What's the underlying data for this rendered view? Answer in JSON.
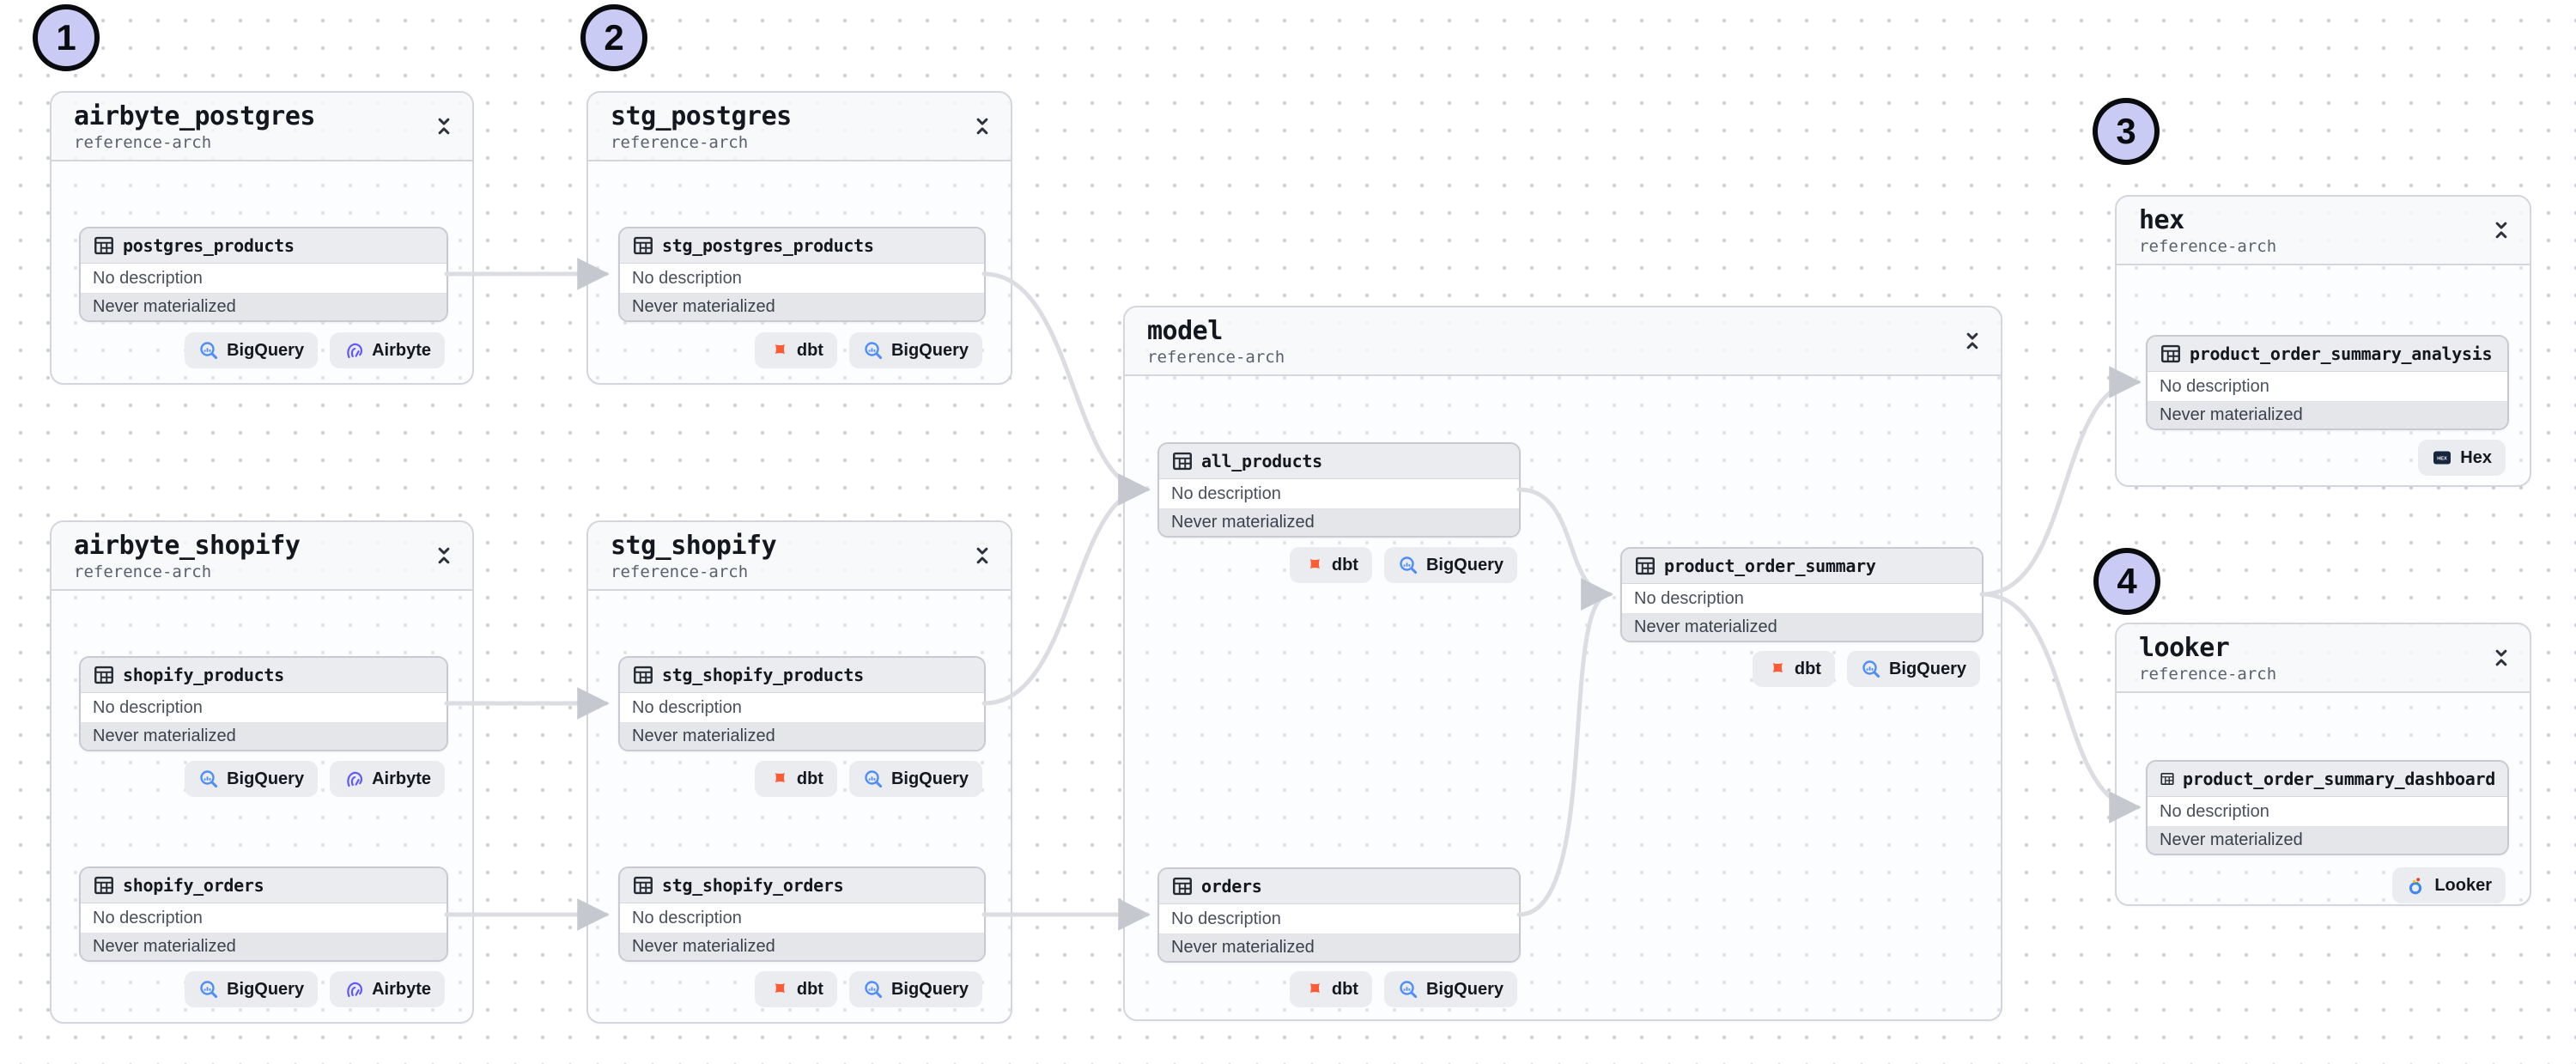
{
  "app": {
    "view": "asset-lineage-graph"
  },
  "markers": [
    {
      "label": "1"
    },
    {
      "label": "2"
    },
    {
      "label": "3"
    },
    {
      "label": "4"
    }
  ],
  "colors": {
    "marker_fill": "#c9cbf4",
    "edge": "#dcdde3",
    "dbt_orange": "#ff5c35",
    "bigquery_blue": "#4e8df6",
    "airbyte_indigo": "#6157ff",
    "hex_navy": "#16263c",
    "looker_blue": "#4285f4"
  },
  "groups": [
    {
      "title": "airbyte_postgres",
      "subtitle": "reference-arch",
      "collapse_icon": "collapse-vertical-icon",
      "nodes": [
        {
          "icon": "table-icon",
          "name": "postgres_products",
          "description": "No description",
          "status": "Never materialized",
          "badges": [
            {
              "label": "BigQuery",
              "icon": "bigquery-icon"
            },
            {
              "label": "Airbyte",
              "icon": "airbyte-icon"
            }
          ]
        }
      ]
    },
    {
      "title": "stg_postgres",
      "subtitle": "reference-arch",
      "collapse_icon": "collapse-vertical-icon",
      "nodes": [
        {
          "icon": "table-icon",
          "name": "stg_postgres_products",
          "description": "No description",
          "status": "Never materialized",
          "badges": [
            {
              "label": "dbt",
              "icon": "dbt-icon"
            },
            {
              "label": "BigQuery",
              "icon": "bigquery-icon"
            }
          ]
        }
      ]
    },
    {
      "title": "airbyte_shopify",
      "subtitle": "reference-arch",
      "collapse_icon": "collapse-vertical-icon",
      "nodes": [
        {
          "icon": "table-icon",
          "name": "shopify_products",
          "description": "No description",
          "status": "Never materialized",
          "badges": [
            {
              "label": "BigQuery",
              "icon": "bigquery-icon"
            },
            {
              "label": "Airbyte",
              "icon": "airbyte-icon"
            }
          ]
        },
        {
          "icon": "table-icon",
          "name": "shopify_orders",
          "description": "No description",
          "status": "Never materialized",
          "badges": [
            {
              "label": "BigQuery",
              "icon": "bigquery-icon"
            },
            {
              "label": "Airbyte",
              "icon": "airbyte-icon"
            }
          ]
        }
      ]
    },
    {
      "title": "stg_shopify",
      "subtitle": "reference-arch",
      "collapse_icon": "collapse-vertical-icon",
      "nodes": [
        {
          "icon": "table-icon",
          "name": "stg_shopify_products",
          "description": "No description",
          "status": "Never materialized",
          "badges": [
            {
              "label": "dbt",
              "icon": "dbt-icon"
            },
            {
              "label": "BigQuery",
              "icon": "bigquery-icon"
            }
          ]
        },
        {
          "icon": "table-icon",
          "name": "stg_shopify_orders",
          "description": "No description",
          "status": "Never materialized",
          "badges": [
            {
              "label": "dbt",
              "icon": "dbt-icon"
            },
            {
              "label": "BigQuery",
              "icon": "bigquery-icon"
            }
          ]
        }
      ]
    },
    {
      "title": "model",
      "subtitle": "reference-arch",
      "collapse_icon": "collapse-vertical-icon",
      "nodes": [
        {
          "icon": "table-icon",
          "name": "all_products",
          "description": "No description",
          "status": "Never materialized",
          "badges": [
            {
              "label": "dbt",
              "icon": "dbt-icon"
            },
            {
              "label": "BigQuery",
              "icon": "bigquery-icon"
            }
          ]
        },
        {
          "icon": "table-icon",
          "name": "product_order_summary",
          "description": "No description",
          "status": "Never materialized",
          "badges": [
            {
              "label": "dbt",
              "icon": "dbt-icon"
            },
            {
              "label": "BigQuery",
              "icon": "bigquery-icon"
            }
          ]
        },
        {
          "icon": "table-icon",
          "name": "orders",
          "description": "No description",
          "status": "Never materialized",
          "badges": [
            {
              "label": "dbt",
              "icon": "dbt-icon"
            },
            {
              "label": "BigQuery",
              "icon": "bigquery-icon"
            }
          ]
        }
      ]
    },
    {
      "title": "hex",
      "subtitle": "reference-arch",
      "collapse_icon": "collapse-vertical-icon",
      "nodes": [
        {
          "icon": "table-icon",
          "name": "product_order_summary_analysis",
          "description": "No description",
          "status": "Never materialized",
          "badges": [
            {
              "label": "Hex",
              "icon": "hex-icon"
            }
          ]
        }
      ]
    },
    {
      "title": "looker",
      "subtitle": "reference-arch",
      "collapse_icon": "collapse-vertical-icon",
      "nodes": [
        {
          "icon": "table-icon",
          "name": "product_order_summary_dashboard",
          "description": "No description",
          "status": "Never materialized",
          "badges": [
            {
              "label": "Looker",
              "icon": "looker-icon"
            }
          ]
        }
      ]
    }
  ]
}
